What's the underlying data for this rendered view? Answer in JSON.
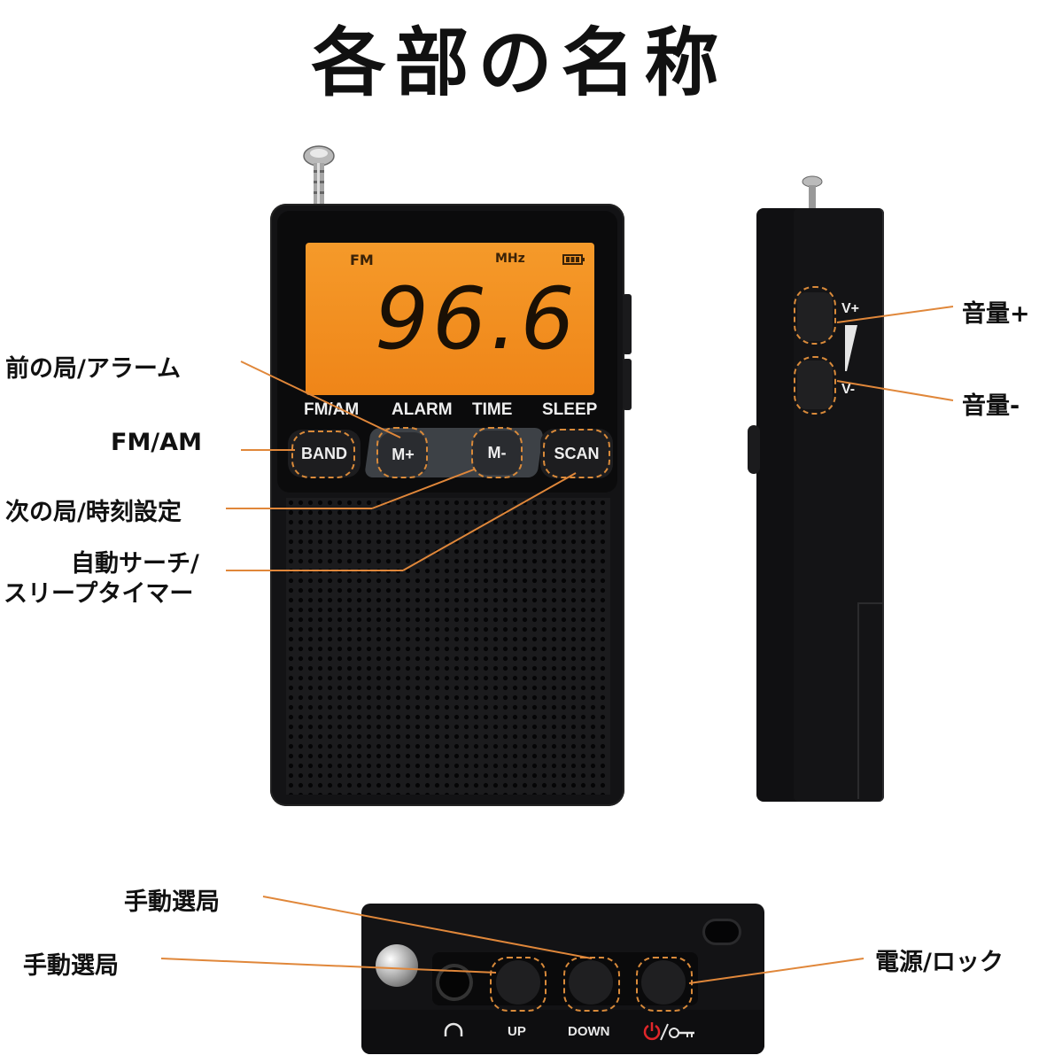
{
  "title": "各部の名称",
  "front": {
    "lcd": {
      "band": "FM",
      "unit": "MHz",
      "frequency": "96.6"
    },
    "strip_labels": [
      "FM/AM",
      "ALARM",
      "TIME",
      "SLEEP"
    ],
    "buttons": {
      "band": "BAND",
      "m_plus": "M+",
      "m_minus": "M-",
      "scan": "SCAN"
    }
  },
  "side": {
    "vol_up_mark": "V+",
    "vol_down_mark": "V-"
  },
  "bottom": {
    "up": "UP",
    "down": "DOWN"
  },
  "callouts": {
    "prev_station": "前の局/アラーム",
    "fm_am": "FM/AM",
    "next_station": "次の局/時刻設定",
    "auto_search_1": "自動サーチ/",
    "auto_search_2": "スリープタイマー",
    "volume_up": "音量+",
    "volume_down": "音量-",
    "manual_tuning_top": "手動選局",
    "manual_tuning_left": "手動選局",
    "power_lock": "電源/ロック"
  },
  "colors": {
    "lcd": "#f08a1c",
    "accent_ring": "#d98a3a",
    "body": "#141416"
  }
}
